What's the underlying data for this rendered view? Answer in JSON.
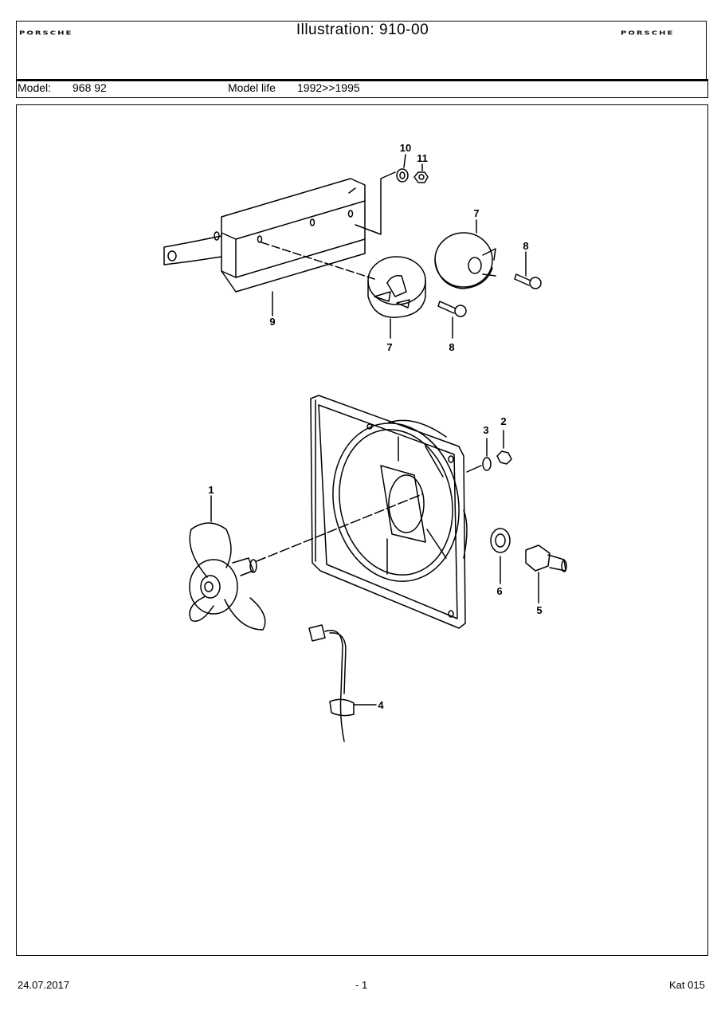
{
  "header": {
    "brand_left": "PORSCHE",
    "brand_right": "PORSCHE",
    "title": "Illustration: 910-00",
    "model_label": "Model:",
    "model_value": "968 92",
    "life_label": "Model life",
    "life_value": "1992>>1995"
  },
  "diagram": {
    "callouts": [
      "10",
      "11",
      "7",
      "8",
      "9",
      "7",
      "8",
      "3",
      "2",
      "1",
      "6",
      "5",
      "4"
    ]
  },
  "footer": {
    "date": "24.07.2017",
    "page": "- 1",
    "catalog": "Kat 015"
  }
}
